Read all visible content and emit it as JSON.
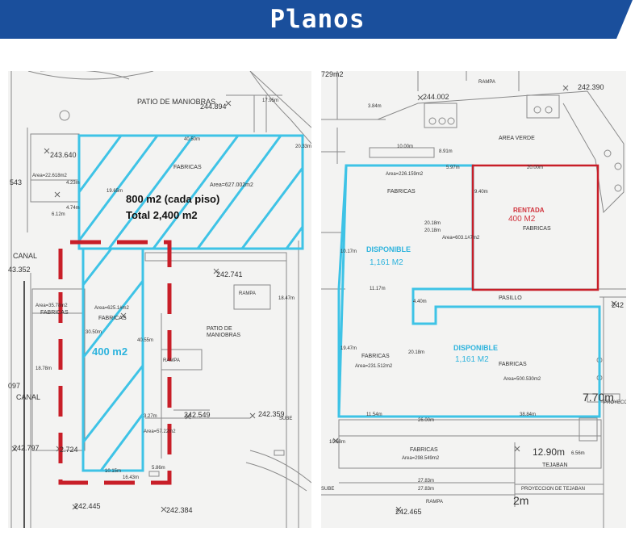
{
  "banner": {
    "title": "Planos",
    "color": "#1a4f9c"
  },
  "colors": {
    "cyan": "#3ec3e6",
    "red": "#c81e28",
    "plan_bg": "#f3f3f2",
    "line": "#8a8a8a"
  },
  "left_plan": {
    "patio_top": "PATIO DE\nMANIOBRAS",
    "elev_244894": "244.894",
    "elev_243640": "243.640",
    "area_22618": "Area=22.618m2",
    "code_543": "543",
    "dim_4235": "4.23m",
    "dim_612": "6.12m",
    "dim_474": "4.74m",
    "dim_1795": "17.95m",
    "dim_4050": "40.50m",
    "dim_1965": "19.65m",
    "fabricas_top": "FABRICAS",
    "area_627": "Area=627.002m2",
    "dim_2033": "20.33m",
    "note_line1": "800 m2 (cada piso)",
    "note_line2": "Total 2,400 m2",
    "canal_top": "CANAL",
    "elev_43352": "43.352",
    "area_35": "Area=35.78m2",
    "fabricas_left": "FABRICAS",
    "area_625": "Area=625.1#m2",
    "fabricas_mid": "FABRICAS",
    "dim_3050": "30.50m",
    "dim_4055": "40.55m",
    "note_400": "400 m2",
    "elev_242741": "242.741",
    "rampa1": "RAMPA",
    "rampa2": "RAMPA",
    "patio_mid": "PATIO DE\nMANIOBRAS",
    "dim_1847": "18.47m",
    "dim_1878": "18.78m",
    "code_097": "097",
    "canal_bottom": "CANAL",
    "elev_242549": "242.549",
    "elev_242359": "242.359",
    "sube": "SUBE",
    "dim_327": "3.27m",
    "area_57": "Area=57.22m2",
    "elev_242797": "242.797",
    "elev_724": "2.724",
    "dim_1643": "16.43m",
    "dim_1015": "10.15m",
    "dim_586": "5.86m",
    "elev_242445": "242.445",
    "elev_242384": "242.384"
  },
  "right_plan": {
    "area_729": "729m2",
    "rampa_top": "RAMPA",
    "elev_242390": "242.390",
    "elev_244002": "244.002",
    "dim_384": "3.84m",
    "area_verde": "AREA VERDE",
    "dim_1000": "10.00m",
    "dim_891": "8.91m",
    "dim_597": "5.97m",
    "dim_2000": "20.00m",
    "area_226": "Area=226.159m2",
    "fabricas_a": "FABRICAS",
    "dim_940": "9.40m",
    "rentada": "RENTADA",
    "rentada_m2": "400 M2",
    "fabricas_rentada": "FABRICAS",
    "dim_2018a": "20.18m",
    "dim_2018b": "20.18m",
    "area_603": "Area=603.1#7m2",
    "dim_1017": "10.17m",
    "disp1_title": "DISPONIBLE",
    "disp1_m2": "1,161 M2",
    "dim_1117": "11.17m",
    "pasillo": "PASILLO",
    "elev_242": "242",
    "dim_440": "4.40m",
    "dim_1947": "19.47m",
    "fabricas_b": "FABRICAS",
    "area_231": "Area=231.512m2",
    "dim_2018c": "20.18m",
    "disp2_title": "DISPONIBLE",
    "disp2_m2": "1,161 M2",
    "fabricas_c": "FABRICAS",
    "area_500": "Area=500.530m2",
    "dim_1154": "11.54m",
    "dim_2600": "26.00m",
    "dim_3884": "38.84m",
    "dim_770": "7.70m",
    "proyeccion": "PROYECCI",
    "dim_1068": "10.68m",
    "fabricas_d": "FABRICAS",
    "area_298": "Area=298.549m2",
    "dim_1290": "12.90m",
    "tejaban": "TEJABAN",
    "dim_2783a": "27.83m",
    "dim_2783b": "27.83m",
    "sube_r": "SUBE",
    "proyeccion_tejaban": "PROYECCION DE TEJABAN",
    "rampa_bottom": "RAMPA",
    "elev_242465": "242.465",
    "dim_2m": "2m",
    "dim_656": "6.56m"
  }
}
